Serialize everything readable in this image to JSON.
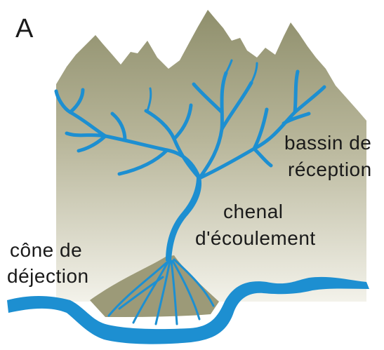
{
  "panel": {
    "letter": "A"
  },
  "labels": {
    "basin": [
      "bassin de",
      "réception"
    ],
    "channel": [
      "chenal",
      "d'écoulement"
    ],
    "cone": [
      "cône de",
      "déjection"
    ]
  },
  "colors": {
    "mountain_top": "#8f8f6c",
    "mountain_bottom": "#f1f0e6",
    "water": "#1d8fd1",
    "fan_fill": "#9c9a78",
    "background": "#ffffff"
  }
}
